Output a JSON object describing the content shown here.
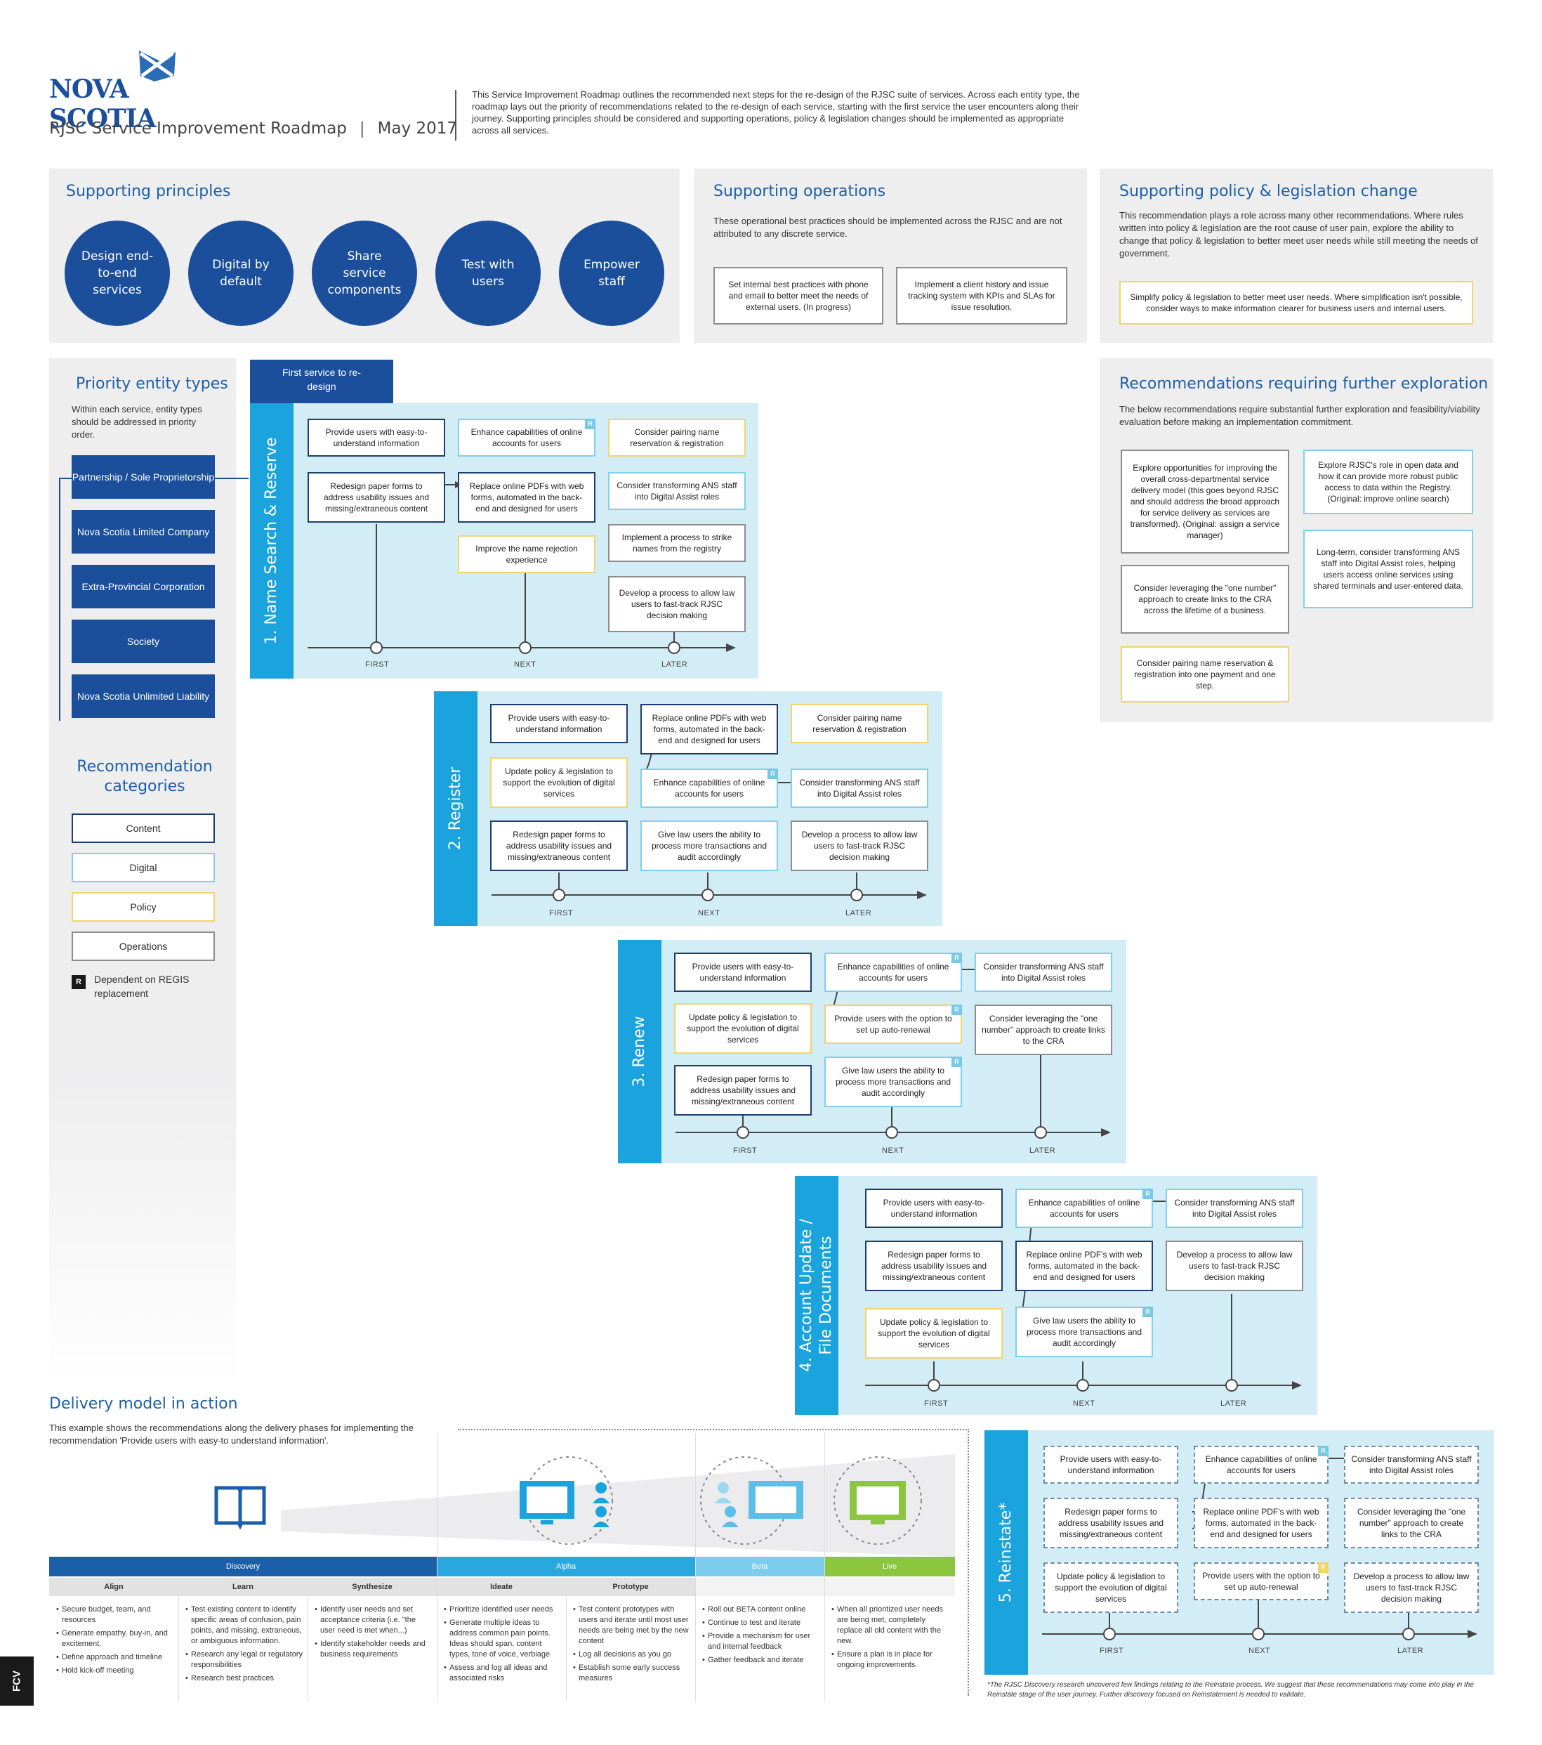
{
  "header": {
    "logo": "NOVA SCOTIA",
    "title": "RJSC Service Improvement Roadmap",
    "date": "May 2017",
    "intro": "This Service Improvement Roadmap outlines the recommended next steps for the re-design of the RJSC suite of services. Across each entity type, the roadmap lays out the priority of recommendations related to the re-design of each service, starting with the first service the user encounters along their journey. Supporting principles should be considered and supporting operations, policy & legislation changes should be implemented as appropriate across all services."
  },
  "principles": {
    "title": "Supporting principles",
    "items": [
      "Design end-to-end services",
      "Digital by default",
      "Share service components",
      "Test with users",
      "Empower staff"
    ]
  },
  "operations": {
    "title": "Supporting operations",
    "text": "These operational best practices should be implemented across the RJSC and are not attributed to any discrete service.",
    "items": [
      "Set internal best practices with phone and email to better meet the needs of external users. (In progress)",
      "Implement a client history and issue tracking system with KPIs and SLAs for issue resolution."
    ]
  },
  "policy": {
    "title": "Supporting policy & legislation change",
    "text": "This recommendation plays a role across many other recommendations. Where rules written into policy & legislation are the root cause of user pain, explore the ability to change that policy & legislation to better meet user needs while still meeting the needs of government.",
    "item": "Simplify policy & legislation to better meet user needs. Where simplification isn't possible, consider ways to make information clearer for business users and internal users."
  },
  "entities": {
    "title": "Priority entity types",
    "text": "Within each service, entity types should be addressed in priority order.",
    "items": [
      "Partnership / Sole Proprietorship",
      "Nova Scotia Limited Company",
      "Extra-Provincial Corporation",
      "Society",
      "Nova Scotia Unlimited Liability"
    ]
  },
  "categories": {
    "title": "Recommendation categories",
    "items": [
      "Content",
      "Digital",
      "Policy",
      "Operations"
    ],
    "r_badge": "R",
    "r_label": "Dependent on REGIS replacement"
  },
  "first_service": "First service to re-design",
  "timeline": [
    "FIRST",
    "NEXT",
    "LATER"
  ],
  "s1": {
    "title": "1. Name Search & Reserve",
    "b": [
      "Provide users with easy-to-understand information",
      "Redesign paper forms to address usability issues and missing/extraneous content",
      "Enhance capabilities of online accounts for users",
      "Replace online PDFs with web forms, automated in the back-end and designed for users",
      "Improve the name rejection experience",
      "Consider pairing name reservation & registration",
      "Consider transforming ANS staff into Digital Assist roles",
      "Implement a process to strike names from the registry",
      "Develop a process to allow law users to fast-track RJSC decision making"
    ]
  },
  "s2": {
    "title": "2. Register",
    "b": [
      "Provide users with easy-to-understand information",
      "Update policy & legislation to support the evolution of digital services",
      "Redesign paper forms to address usability issues and missing/extraneous content",
      "Replace online PDFs with web forms, automated in the back-end and designed for users",
      "Enhance capabilities of online accounts for users",
      "Give law users the ability to process more transactions and audit accordingly",
      "Consider pairing name reservation & registration",
      "Consider transforming ANS staff into Digital Assist roles",
      "Develop a process to allow law users to fast-track RJSC decision making"
    ]
  },
  "s3": {
    "title": "3. Renew",
    "b": [
      "Provide users with easy-to-understand information",
      "Update policy & legislation to support the evolution of digital services",
      "Redesign paper forms to address usability issues and missing/extraneous content",
      "Enhance capabilities of online accounts for users",
      "Provide users with the option to set up auto-renewal",
      "Give law users the ability to process more transactions and audit accordingly",
      "Consider transforming ANS staff into Digital Assist roles",
      "Consider leveraging the \"one number\" approach to create links to the CRA"
    ]
  },
  "s4": {
    "title": "4. Account Update / File Documents",
    "b": [
      "Provide users with easy-to-understand information",
      "Redesign paper forms to address usability issues and missing/extraneous content",
      "Update policy & legislation to support the evolution of digital services",
      "Enhance capabilities of online accounts for users",
      "Replace online PDF's with web forms, automated in the back-end and designed for users",
      "Give law users the ability to process more transactions and audit accordingly",
      "Consider transforming ANS staff into Digital Assist roles",
      "Develop a process to allow law users to fast-track RJSC decision making"
    ]
  },
  "s5": {
    "title": "5. Reinstate*",
    "b": [
      "Provide users with easy-to-understand information",
      "Redesign paper forms to address usability issues and missing/extraneous content",
      "Update policy & legislation to support the evolution of digital services",
      "Enhance capabilities of online accounts for users",
      "Replace online PDF's with web forms, automated in the back-end and designed for users",
      "Provide users with the option to set up auto-renewal",
      "Consider transforming ANS staff into Digital Assist roles",
      "Consider leveraging the \"one number\" approach to create links to the CRA",
      "Develop a process to allow law users to fast-track RJSC decision making"
    ],
    "note": "*The RJSC Discovery research uncovered few findings relating to the Reinstate process. We suggest that these recommendations may come into play in the Reinstate stage of the user journey. Further discovery focused on Reinstatement is needed to validate."
  },
  "further": {
    "title": "Recommendations requiring further exploration",
    "text": "The below recommendations require substantial further exploration and feasibility/viability evaluation before making an implementation commitment.",
    "items": [
      "Explore opportunities for improving the overall cross-departmental service delivery model (this goes beyond RJSC and should address the broad approach for service delivery as services are transformed). (Original: assign a service manager)",
      "Consider leveraging the \"one number\" approach to create links to the CRA across the lifetime of a business.",
      "Consider pairing name reservation & registration into one payment and one step.",
      "Explore RJSC's role in open data and how it can provide more robust public access to data within the Registry. (Original: improve online search)",
      "Long-term, consider transforming ANS staff into Digital Assist roles, helping users access online services using shared terminals and user-entered data."
    ]
  },
  "delivery": {
    "title": "Delivery model in action",
    "text": "This example shows the recommendations along the delivery phases for implementing the recommendation 'Provide users with easy-to understand information'.",
    "phases": [
      "Discovery",
      "Alpha",
      "Beta",
      "Live"
    ],
    "subs": [
      "Align",
      "Learn",
      "Synthesize",
      "Ideate",
      "Prototype"
    ],
    "cols": [
      [
        "Secure budget, team, and resources",
        "Generate empathy, buy-in, and excitement.",
        "Define approach and timeline",
        "Hold kick-off meeting"
      ],
      [
        "Test existing content to identify specific areas of confusion, pain points, and missing, extraneous, or ambiguous information.",
        "Research any legal or regulatory responsibilities",
        "Research best practices"
      ],
      [
        "Identify user needs and set acceptance criteria (i.e. \"the user need is met when...)",
        "Identify stakeholder needs and business requirements"
      ],
      [
        "Prioritize identified user needs",
        "Generate multiple ideas to address common pain points. Ideas should span, content types, tone of voice, verbiage",
        "Assess and log all ideas and associated risks"
      ],
      [
        "Test content prototypes with users and iterate until most user needs are being met by the new content",
        "Log all decisions as you go",
        "Establish some early success measures"
      ],
      [
        "Roll out BETA content online",
        "Continue to test and iterate",
        "Provide a mechanism for user and internal feedback",
        "Gather feedback and iterate"
      ],
      [
        "When all prioritized user needs are being met, completely replace all old content with the new.",
        "Ensure a plan is in place for ongoing improvements."
      ]
    ]
  },
  "fcv": "FCV",
  "colors": {
    "navy": "#1b4f9c",
    "content": "#1b3e6e",
    "digital": "#7fd0ea",
    "policy": "#f2d46a",
    "ops": "#8d8d8d",
    "panel": "#d3edf7",
    "stripe": "#1aa3dc",
    "alpha": "#29a8e0",
    "beta": "#7ccdec",
    "live": "#8cc63f"
  }
}
